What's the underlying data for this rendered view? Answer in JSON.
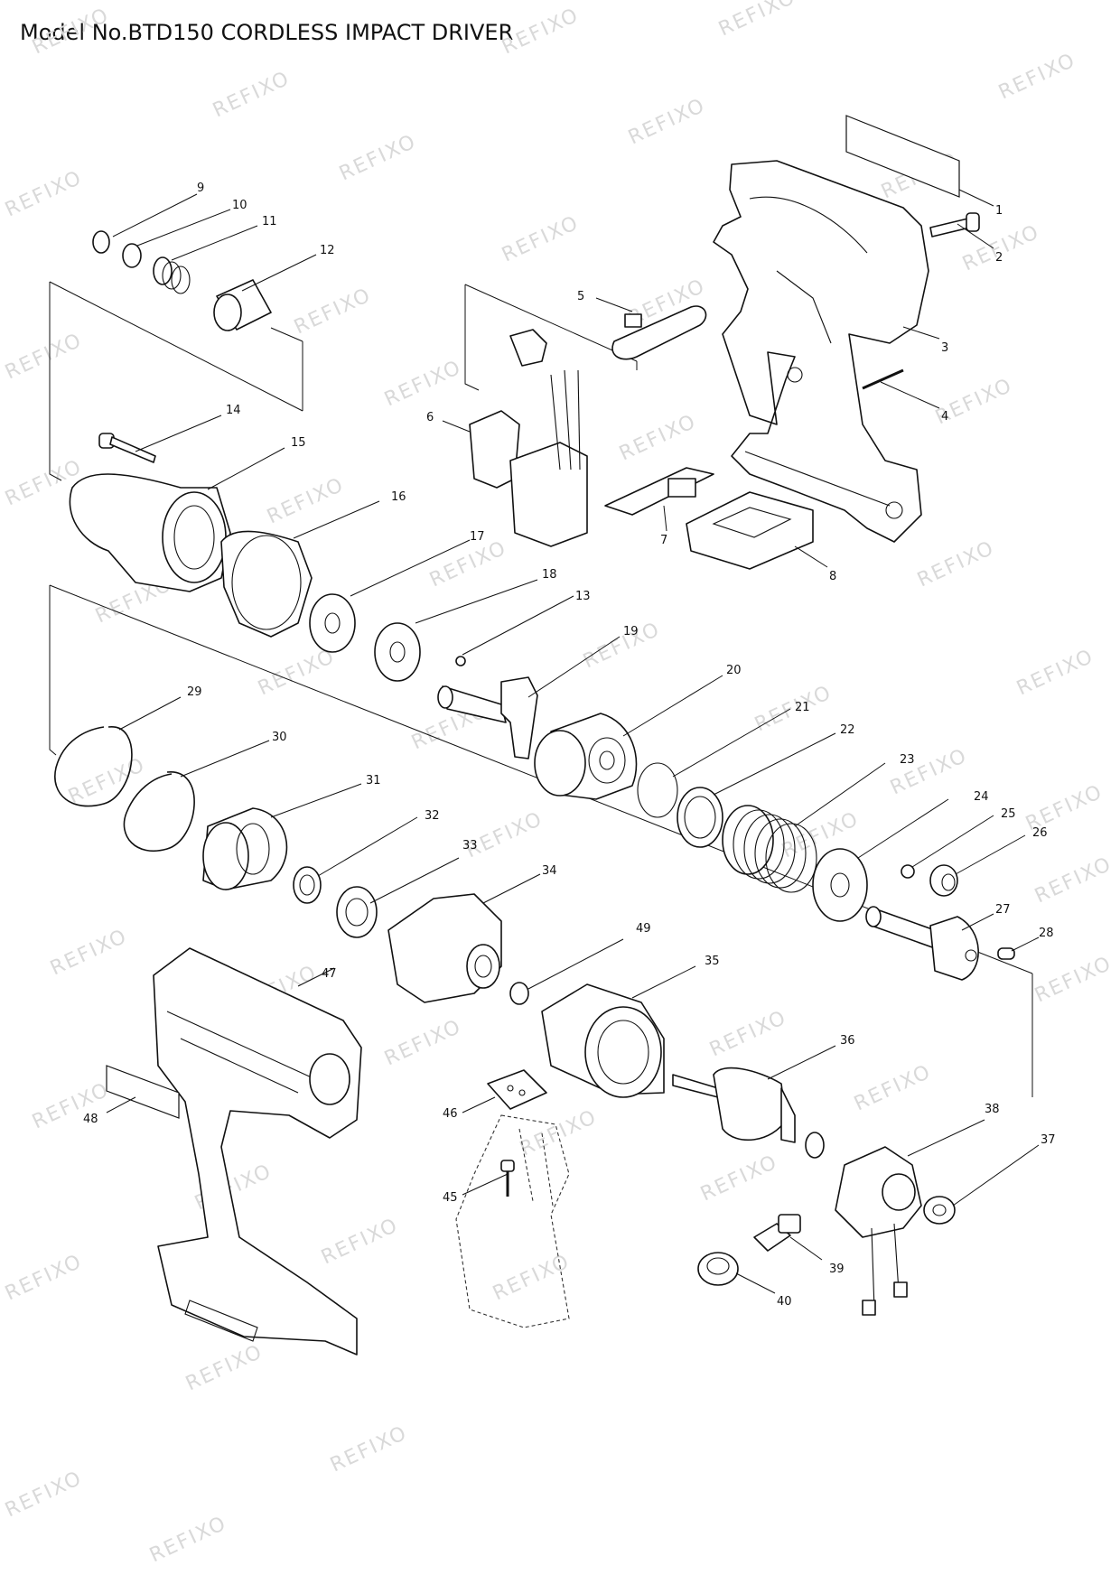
{
  "title": "Model No.BTD150 CORDLESS IMPACT DRIVER",
  "watermark": "REFIXO",
  "part_numbers": [
    "1",
    "2",
    "3",
    "4",
    "5",
    "6",
    "7",
    "8",
    "9",
    "10",
    "11",
    "12",
    "13",
    "14",
    "15",
    "16",
    "17",
    "18",
    "19",
    "20",
    "21",
    "22",
    "23",
    "24",
    "25",
    "26",
    "27",
    "28",
    "29",
    "30",
    "31",
    "32",
    "33",
    "34",
    "35",
    "36",
    "37",
    "38",
    "39",
    "40",
    "45",
    "46",
    "47",
    "48",
    "49"
  ]
}
